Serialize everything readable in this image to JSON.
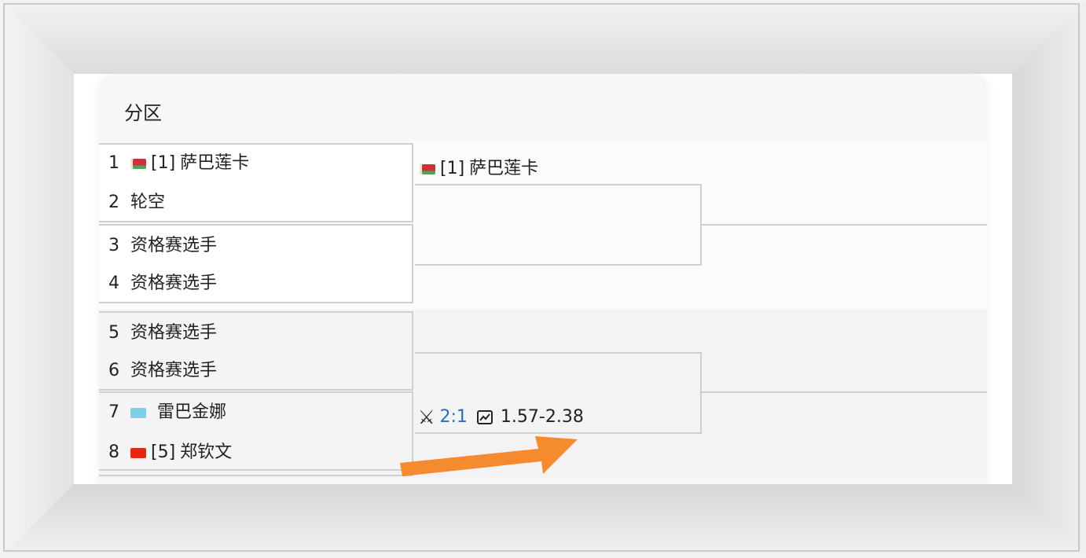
{
  "section": {
    "title": "分区"
  },
  "round1": {
    "matches": [
      {
        "players": [
          {
            "num": "1",
            "flag": "by",
            "seed": "[1]",
            "name": "萨巴莲卡"
          },
          {
            "num": "2",
            "flag": "",
            "seed": "",
            "name": "轮空"
          }
        ]
      },
      {
        "players": [
          {
            "num": "3",
            "flag": "",
            "seed": "",
            "name": "资格赛选手"
          },
          {
            "num": "4",
            "flag": "",
            "seed": "",
            "name": "资格赛选手"
          }
        ]
      },
      {
        "players": [
          {
            "num": "5",
            "flag": "",
            "seed": "",
            "name": "资格赛选手"
          },
          {
            "num": "6",
            "flag": "",
            "seed": "",
            "name": "资格赛选手"
          }
        ]
      },
      {
        "players": [
          {
            "num": "7",
            "flag": "kz",
            "seed": "",
            "name": "雷巴金娜"
          },
          {
            "num": "8",
            "flag": "cn",
            "seed": "[5]",
            "name": "郑钦文"
          }
        ]
      }
    ]
  },
  "round2": {
    "winner": {
      "flag": "by",
      "seed": "[1]",
      "name": "萨巴莲卡"
    },
    "match_info": {
      "icon": "crossed-swords-icon",
      "score": "2:1",
      "chart_icon": "line-chart-icon",
      "odds": "1.57-2.38"
    }
  },
  "colors": {
    "link": "#2a6ebb",
    "arrow": "#f58a2e",
    "border": "#cfcfcf"
  }
}
